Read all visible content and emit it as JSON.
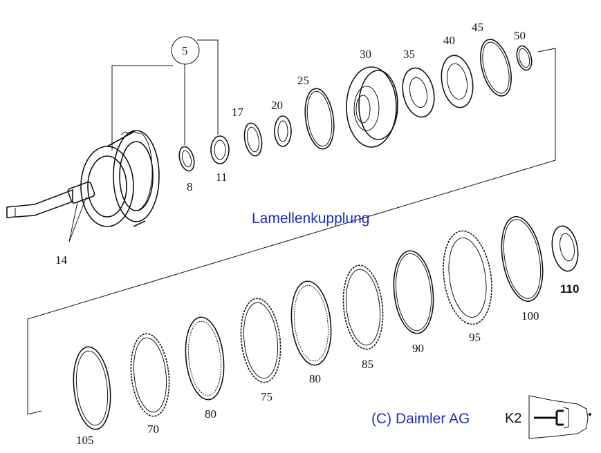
{
  "title": "Lamellenkupplung",
  "copyright": "(C) Daimler AG",
  "transmission_label": "K2",
  "accent_color": "#1a2fb5",
  "labels": {
    "p5": "5",
    "p8": "8",
    "p11": "11",
    "p14": "14",
    "p17": "17",
    "p20": "20",
    "p25": "25",
    "p30": "30",
    "p35": "35",
    "p40": "40",
    "p45": "45",
    "p50": "50",
    "p70": "70",
    "p75": "75",
    "p80a": "80",
    "p80b": "80",
    "p85": "85",
    "p90": "90",
    "p95": "95",
    "p100": "100",
    "p105": "105",
    "p110": "110"
  }
}
